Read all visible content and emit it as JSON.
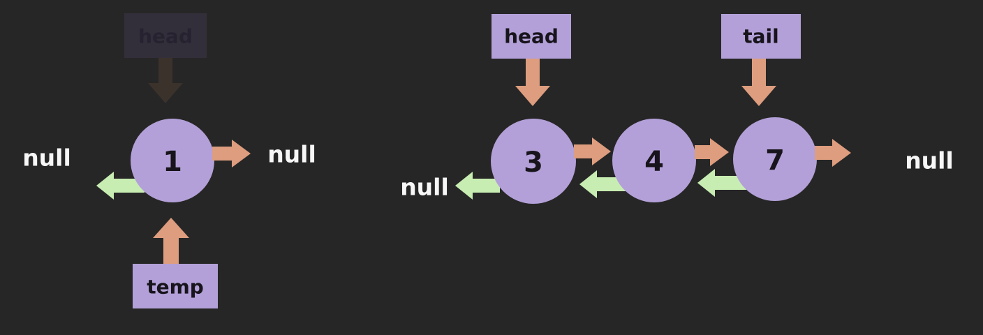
{
  "background_color": "#262626",
  "colors": {
    "node_fill": "#b3a0d8",
    "pointer_box_fill": "#b3a0d8",
    "next_pointer_arrow": "#dd9d7e",
    "prev_pointer_arrow": "#c8edb2",
    "box_label_color": "#17141b",
    "node_value_color": "#17141b",
    "null_text_color": "#f7f7f7",
    "faded_box_fill": "#332f3a",
    "faded_box_text": "#262230",
    "faded_arrow": "#3a322b"
  },
  "left_diagram": {
    "faded_head_label": "head",
    "temp_label": "temp",
    "node_value": "1",
    "null_left": "null",
    "null_right": "null"
  },
  "right_diagram": {
    "head_label": "head",
    "tail_label": "tail",
    "node_values": [
      "3",
      "4",
      "7"
    ],
    "null_left": "null",
    "null_right": "null"
  }
}
